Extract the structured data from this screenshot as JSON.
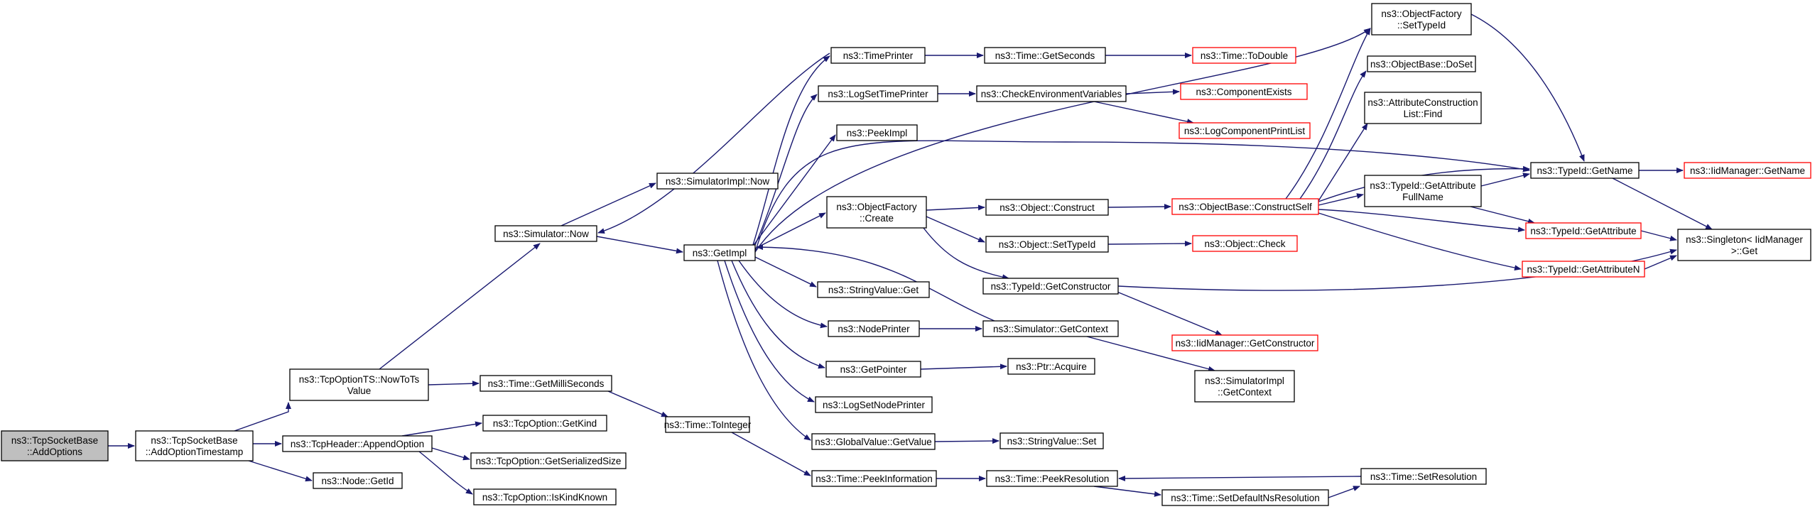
{
  "graph": {
    "colors": {
      "edge": "#191970",
      "node_border": "#000000",
      "node_fill": "#ffffff",
      "truncated_border": "#ff0000",
      "root_fill": "#bfbfbf"
    },
    "nodes": [
      {
        "id": "root",
        "lines": [
          "ns3::TcpSocketBase",
          "::AddOptions"
        ],
        "style": "root"
      },
      {
        "id": "addts",
        "lines": [
          "ns3::TcpSocketBase",
          "::AddOptionTimestamp"
        ],
        "style": "normal"
      },
      {
        "id": "nowtots",
        "lines": [
          "ns3::TcpOptionTS::NowToTs",
          "Value"
        ],
        "style": "normal"
      },
      {
        "id": "append",
        "lines": [
          "ns3::TcpHeader::AppendOption"
        ],
        "style": "normal"
      },
      {
        "id": "nodeid",
        "lines": [
          "ns3::Node::GetId"
        ],
        "style": "normal"
      },
      {
        "id": "simnow",
        "lines": [
          "ns3::Simulator::Now"
        ],
        "style": "normal"
      },
      {
        "id": "getms",
        "lines": [
          "ns3::Time::GetMilliSeconds"
        ],
        "style": "normal"
      },
      {
        "id": "getkind",
        "lines": [
          "ns3::TcpOption::GetKind"
        ],
        "style": "normal"
      },
      {
        "id": "getser",
        "lines": [
          "ns3::TcpOption::GetSerializedSize"
        ],
        "style": "normal"
      },
      {
        "id": "iskind",
        "lines": [
          "ns3::TcpOption::IsKindKnown"
        ],
        "style": "normal"
      },
      {
        "id": "simimplnow",
        "lines": [
          "ns3::SimulatorImpl::Now"
        ],
        "style": "normal"
      },
      {
        "id": "getimpl",
        "lines": [
          "ns3::GetImpl"
        ],
        "style": "normal"
      },
      {
        "id": "toint",
        "lines": [
          "ns3::Time::ToInteger"
        ],
        "style": "normal"
      },
      {
        "id": "timeprinter",
        "lines": [
          "ns3::TimePrinter"
        ],
        "style": "normal"
      },
      {
        "id": "logsettp",
        "lines": [
          "ns3::LogSetTimePrinter"
        ],
        "style": "normal"
      },
      {
        "id": "peekimpl",
        "lines": [
          "ns3::PeekImpl"
        ],
        "style": "normal"
      },
      {
        "id": "ofcreate",
        "lines": [
          "ns3::ObjectFactory",
          "::Create"
        ],
        "style": "normal"
      },
      {
        "id": "svget",
        "lines": [
          "ns3::StringValue::Get"
        ],
        "style": "normal"
      },
      {
        "id": "nodeprinter",
        "lines": [
          "ns3::NodePrinter"
        ],
        "style": "normal"
      },
      {
        "id": "getpointer",
        "lines": [
          "ns3::GetPointer"
        ],
        "style": "normal"
      },
      {
        "id": "logsetnp",
        "lines": [
          "ns3::LogSetNodePrinter"
        ],
        "style": "normal"
      },
      {
        "id": "gvget",
        "lines": [
          "ns3::GlobalValue::GetValue"
        ],
        "style": "normal"
      },
      {
        "id": "peekinfo",
        "lines": [
          "ns3::Time::PeekInformation"
        ],
        "style": "normal"
      },
      {
        "id": "getsec",
        "lines": [
          "ns3::Time::GetSeconds"
        ],
        "style": "normal"
      },
      {
        "id": "checkenv",
        "lines": [
          "ns3::CheckEnvironmentVariables"
        ],
        "style": "normal"
      },
      {
        "id": "objconstruct",
        "lines": [
          "ns3::Object::Construct"
        ],
        "style": "normal"
      },
      {
        "id": "objsettid",
        "lines": [
          "ns3::Object::SetTypeId"
        ],
        "style": "normal"
      },
      {
        "id": "tidgetctor",
        "lines": [
          "ns3::TypeId::GetConstructor"
        ],
        "style": "normal"
      },
      {
        "id": "simgetctx",
        "lines": [
          "ns3::Simulator::GetContext"
        ],
        "style": "normal"
      },
      {
        "id": "ptracquire",
        "lines": [
          "ns3::Ptr::Acquire"
        ],
        "style": "normal"
      },
      {
        "id": "svset",
        "lines": [
          "ns3::StringValue::Set"
        ],
        "style": "normal"
      },
      {
        "id": "peekres",
        "lines": [
          "ns3::Time::PeekResolution"
        ],
        "style": "normal"
      },
      {
        "id": "todouble",
        "lines": [
          "ns3::Time::ToDouble"
        ],
        "style": "truncated"
      },
      {
        "id": "compexists",
        "lines": [
          "ns3::ComponentExists"
        ],
        "style": "truncated"
      },
      {
        "id": "logcompprint",
        "lines": [
          "ns3::LogComponentPrintList"
        ],
        "style": "truncated"
      },
      {
        "id": "constructself",
        "lines": [
          "ns3::ObjectBase::ConstructSelf"
        ],
        "style": "truncated"
      },
      {
        "id": "objcheck",
        "lines": [
          "ns3::Object::Check"
        ],
        "style": "truncated"
      },
      {
        "id": "iidgetctor",
        "lines": [
          "ns3::IidManager::GetConstructor"
        ],
        "style": "truncated"
      },
      {
        "id": "simimplgetctx",
        "lines": [
          "ns3::SimulatorImpl",
          "::GetContext"
        ],
        "style": "normal"
      },
      {
        "id": "setdefaultns",
        "lines": [
          "ns3::Time::SetDefaultNsResolution"
        ],
        "style": "normal"
      },
      {
        "id": "ofsettid",
        "lines": [
          "ns3::ObjectFactory",
          "::SetTypeId"
        ],
        "style": "normal"
      },
      {
        "id": "dosetobj",
        "lines": [
          "ns3::ObjectBase::DoSet"
        ],
        "style": "normal"
      },
      {
        "id": "acfind",
        "lines": [
          "ns3::AttributeConstruction",
          "List::Find"
        ],
        "style": "normal"
      },
      {
        "id": "tidgetattrfull",
        "lines": [
          "ns3::TypeId::GetAttribute",
          "FullName"
        ],
        "style": "normal"
      },
      {
        "id": "tidgetattr",
        "lines": [
          "ns3::TypeId::GetAttribute"
        ],
        "style": "truncated"
      },
      {
        "id": "tidgetattrn",
        "lines": [
          "ns3::TypeId::GetAttributeN"
        ],
        "style": "truncated"
      },
      {
        "id": "setres",
        "lines": [
          "ns3::Time::SetResolution"
        ],
        "style": "normal"
      },
      {
        "id": "tidgetname",
        "lines": [
          "ns3::TypeId::GetName"
        ],
        "style": "normal"
      },
      {
        "id": "singleton",
        "lines": [
          "ns3::Singleton< IidManager",
          ">::Get"
        ],
        "style": "normal"
      },
      {
        "id": "iidgetname",
        "lines": [
          "ns3::IidManager::GetName"
        ],
        "style": "truncated"
      }
    ]
  }
}
